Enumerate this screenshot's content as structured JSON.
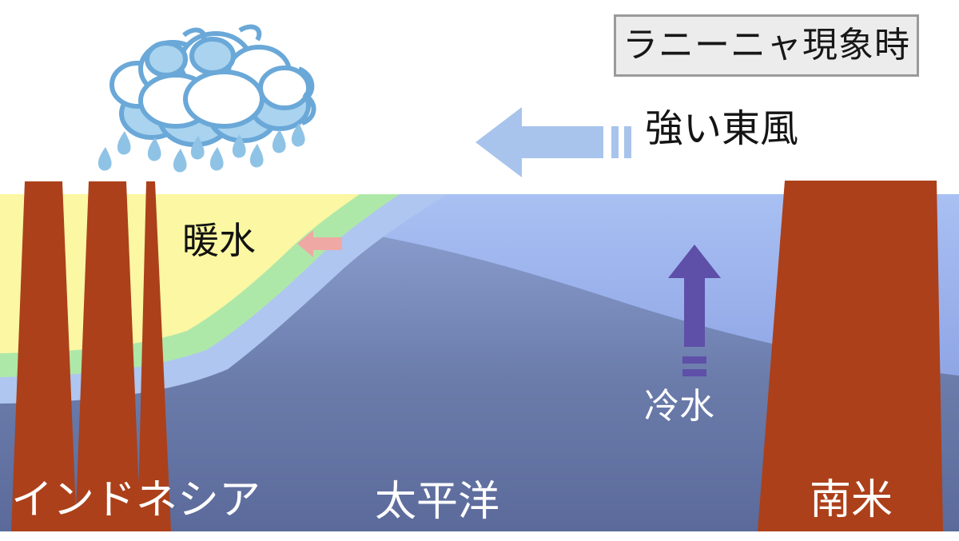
{
  "title": {
    "text": "ラニーニャ現象時",
    "box_fill": "#ececec",
    "box_border": "#9a9a9a"
  },
  "wind": {
    "label": "強い東風",
    "direction": "left",
    "color": "#a8c4ec",
    "motion_lines": 2
  },
  "water": {
    "warm_label": "暖水",
    "warm_arrow_direction": "left",
    "warm_arrow_color": "#f0a8a4",
    "cold_label": "冷水",
    "cold_arrow_direction": "up",
    "cold_arrow_color": "#5e4fa8",
    "cold_arrow_motion_lines": 2
  },
  "regions": [
    {
      "name": "indonesia",
      "label": "インドネシア"
    },
    {
      "name": "pacific",
      "label": "太平洋"
    },
    {
      "name": "south-america",
      "label": "南米"
    }
  ],
  "weather": {
    "cloud": "rain-cloud",
    "raindrops": 10,
    "cloud_outline_color": "#6aa8d8",
    "cloud_fill_color": "#ffffff",
    "cloud_shade_color": "#a9d3ee"
  },
  "palette": {
    "land_brown": "#ac401a",
    "warm_yellow": "#fbf7a2",
    "band_green": "#aee8a8",
    "band_light_blue": "#afc6f0",
    "mid_blue": "#93aeee",
    "deep_blue": "#5e6d9e",
    "page_background": "#ffffff"
  },
  "chart_data": {
    "type": "diagram",
    "title": "ラニーニャ現象時",
    "description": "Pacific Ocean east-west cross-section during La Nina conditions",
    "annotations": [
      {
        "label": "強い東風",
        "kind": "wind-arrow",
        "direction": "westward"
      },
      {
        "label": "暖水",
        "kind": "water-mass",
        "direction": "westward"
      },
      {
        "label": "冷水",
        "kind": "upwelling-arrow",
        "direction": "upward"
      }
    ],
    "axis_labels": [
      "インドネシア",
      "太平洋",
      "南米"
    ],
    "layers": [
      {
        "name": "warm-pool-yellow",
        "color": "#fbf7a2",
        "position": "west-shallow"
      },
      {
        "name": "thermocline-green",
        "color": "#aee8a8",
        "position": "sloping"
      },
      {
        "name": "light-blue",
        "color": "#afc6f0",
        "position": "sloping"
      },
      {
        "name": "mid-blue",
        "color": "#93aeee",
        "position": "east-surface"
      },
      {
        "name": "deep-cold-blue",
        "color": "#5e6d9e",
        "position": "deep"
      }
    ]
  }
}
